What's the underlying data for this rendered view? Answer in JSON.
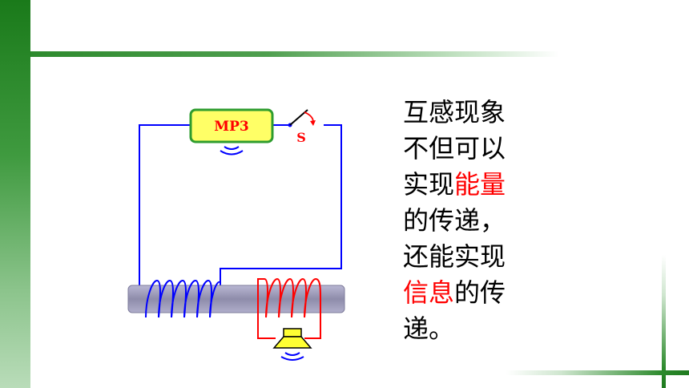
{
  "diagram": {
    "mp3_label": "MP3",
    "switch_label": "S"
  },
  "description_text": {
    "lines": [
      [
        {
          "t": "互感现象",
          "h": false
        }
      ],
      [
        {
          "t": "不但可以",
          "h": false
        }
      ],
      [
        {
          "t": "实现",
          "h": false
        },
        {
          "t": "能量",
          "h": true
        }
      ],
      [
        {
          "t": "的传递，",
          "h": false
        }
      ],
      [
        {
          "t": "还能实现",
          "h": false
        }
      ],
      [
        {
          "t": "信息",
          "h": true
        },
        {
          "t": "的传",
          "h": false
        }
      ],
      [
        {
          "t": "递。",
          "h": false
        }
      ]
    ]
  },
  "colors": {
    "accent_green": "#2d8a2d",
    "wire_blue": "#0000ff",
    "highlight_red": "#ff0000",
    "mp3_fill": "#ffff66",
    "core_gray": "#9c9ab8"
  }
}
